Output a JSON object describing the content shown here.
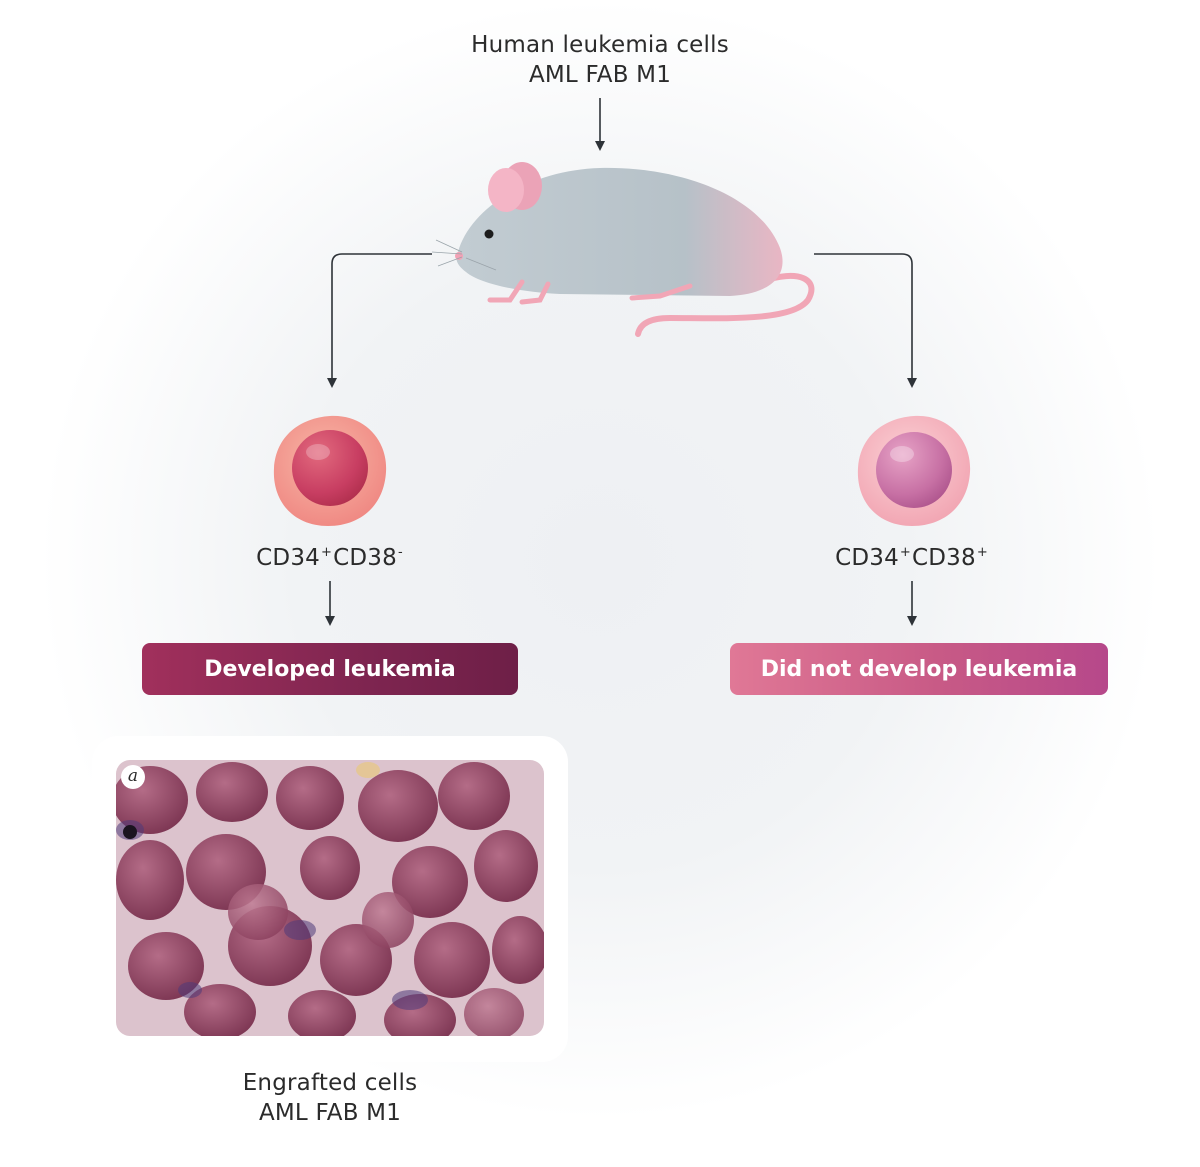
{
  "source": {
    "line1": "Human leukemia cells",
    "line2": "AML FAB M1"
  },
  "left_branch": {
    "marker_base": "CD34",
    "marker_sup1": "+",
    "marker_mid": "CD38",
    "marker_sup2": "-",
    "result": "Developed leukemia"
  },
  "right_branch": {
    "marker_base": "CD34",
    "marker_sup1": "+",
    "marker_mid": "CD38",
    "marker_sup2": "+",
    "result": "Did not develop leukemia"
  },
  "micrograph": {
    "panel_letter": "a"
  },
  "engrafted": {
    "line1": "Engrafted cells",
    "line2": "AML FAB M1"
  },
  "colors": {
    "arrow": "#2e3338",
    "mouse_body": "#b9c4cb",
    "mouse_pink": "#f2a8b8",
    "box_developed": "#8a2a56",
    "box_not_developed": "#d4698e"
  }
}
